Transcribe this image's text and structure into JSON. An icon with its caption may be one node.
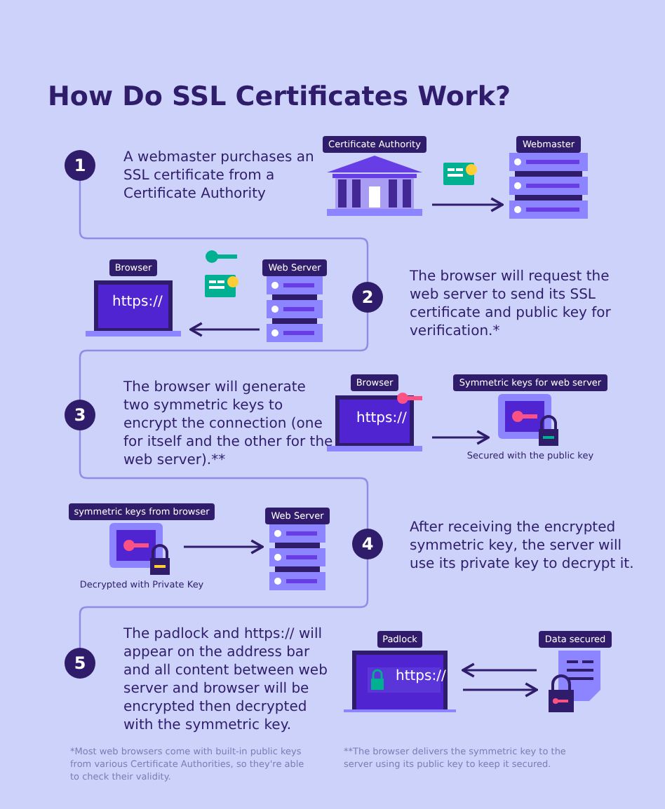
{
  "diagram": {
    "title": "How Do SSL Certificates Work?",
    "nodes": [
      {
        "text": [
          "1"
        ]
      },
      {
        "text": [
          "A webmaster purchases an SSL certificate from a Certificate Authority"
        ]
      },
      {
        "text": [
          "Certificate Authority"
        ]
      },
      {
        "text": [
          "Webmaster"
        ]
      },
      {
        "text": [
          "2"
        ]
      },
      {
        "text": [
          "The browser will request the web server to send its SSL certificate and public key for verification.*"
        ]
      },
      {
        "text": [
          "Browser",
          "https://"
        ]
      },
      {
        "text": [
          "Web Server"
        ]
      },
      {
        "text": [
          "3"
        ]
      },
      {
        "text": [
          "The browser will generate two symmetric keys to encrypt the connection (one for itself and the other for the web server).**"
        ]
      },
      {
        "text": [
          "Browser",
          "https://"
        ]
      },
      {
        "text": [
          "Symmetric keys for web server"
        ],
        "beside": [
          "Secured with the public key"
        ]
      },
      {
        "text": [
          "4"
        ]
      },
      {
        "text": [
          "After receiving the encrypted symmetric key, the server will use its private key to decrypt it."
        ]
      },
      {
        "text": [
          "symmetric keys from browser"
        ],
        "beside": [
          "Decrypted with Private Key"
        ]
      },
      {
        "text": [
          "Web Server"
        ]
      },
      {
        "text": [
          "5"
        ]
      },
      {
        "text": [
          "The padlock and https:// will appear on the address bar and all content between web server and browser will be encrypted then decrypted with the symmetric key."
        ]
      },
      {
        "text": [
          "Padlock",
          "https://"
        ]
      },
      {
        "text": [
          "Data secured"
        ]
      }
    ],
    "edges": [
      {
        "from": 2,
        "to": 3,
        "arrow": "to"
      },
      {
        "from": 7,
        "to": 6,
        "arrow": "to"
      },
      {
        "from": 10,
        "to": 11,
        "arrow": "to"
      },
      {
        "from": 14,
        "to": 15,
        "arrow": "to"
      },
      {
        "from": 19,
        "to": 18,
        "arrow": "to"
      },
      {
        "from": 18,
        "to": 19,
        "arrow": "to"
      },
      {
        "from": 0,
        "to": 4,
        "arrow": "none",
        "color": "#8f8ce8"
      },
      {
        "from": 4,
        "to": 8,
        "arrow": "none",
        "color": "#8f8ce8"
      },
      {
        "from": 8,
        "to": 12,
        "arrow": "none",
        "color": "#8f8ce8"
      },
      {
        "from": 12,
        "to": 16,
        "arrow": "none",
        "color": "#8f8ce8"
      }
    ],
    "labels": [
      "*Most web browsers come with built-in public keys from various Certificate Authorities, so they're able to check their validity.",
      "**The browser delivers the symmetric key to the server using its public key to keep it secured."
    ]
  }
}
